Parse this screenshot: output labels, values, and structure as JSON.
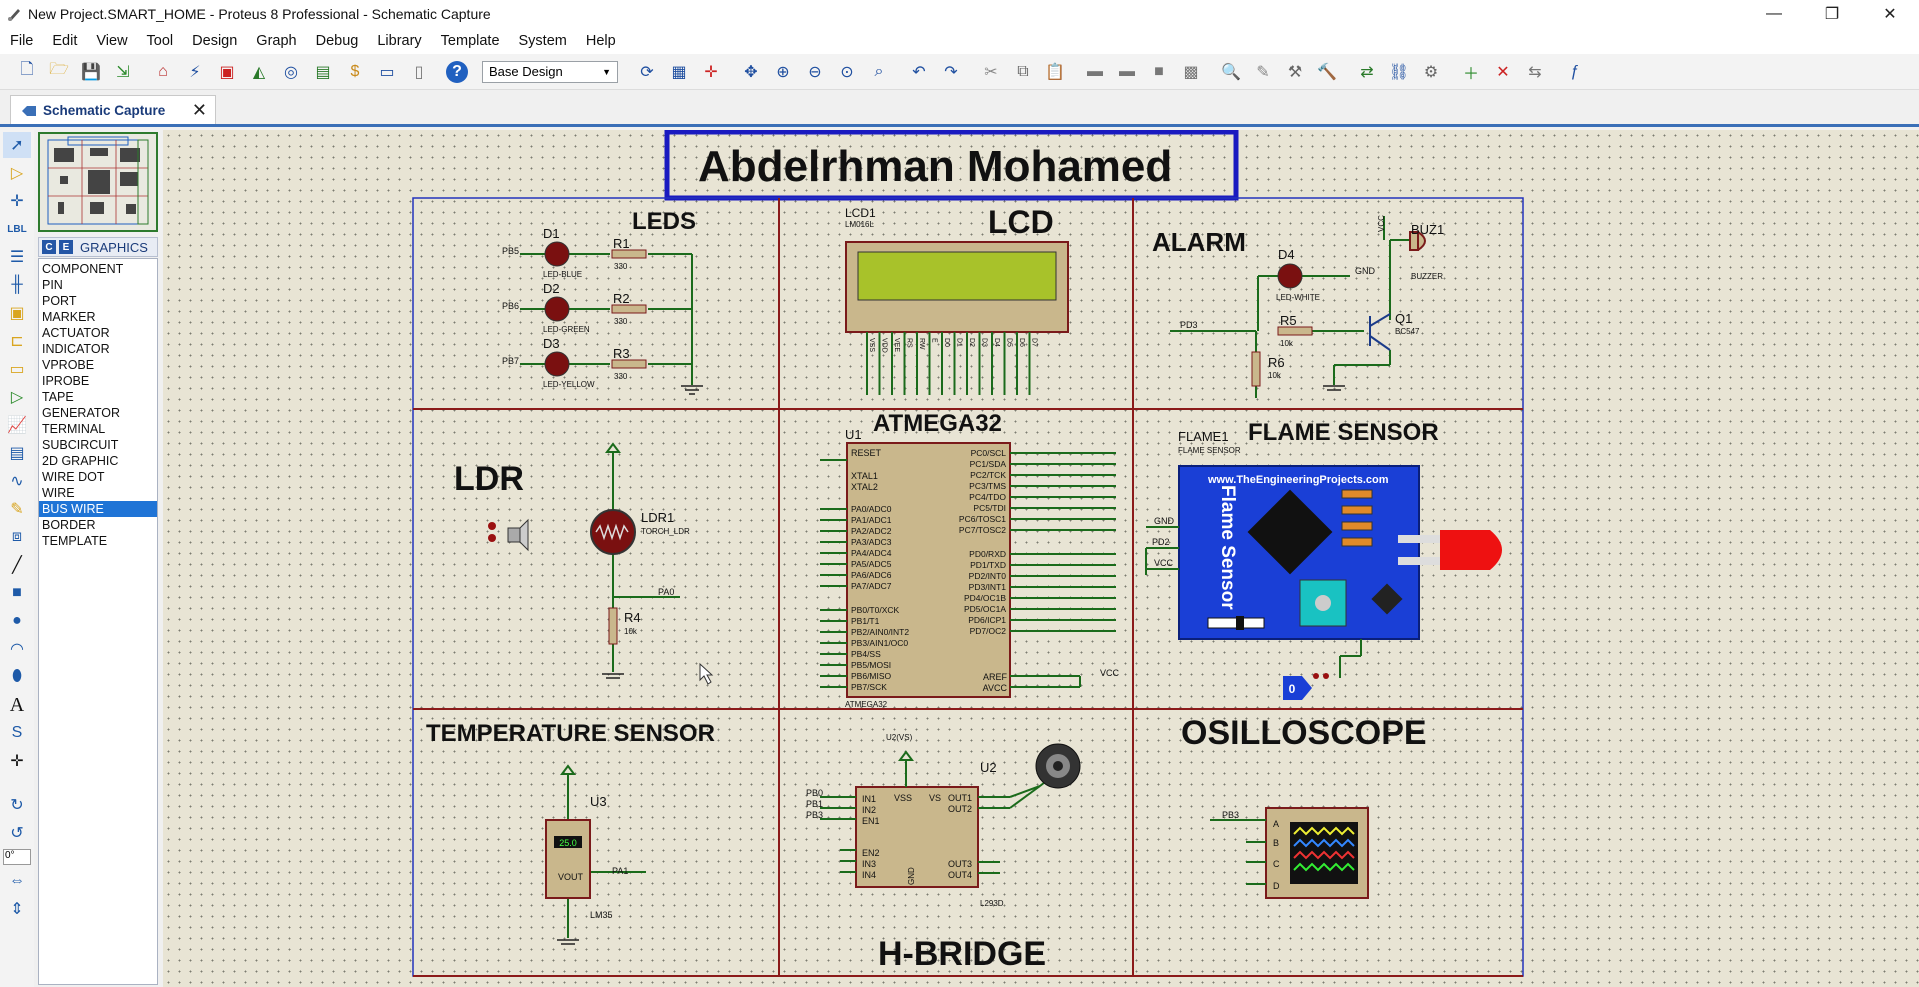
{
  "window": {
    "title": "New Project.SMART_HOME - Proteus 8 Professional - Schematic Capture",
    "minimize": "—",
    "maximize": "❐",
    "close": "✕"
  },
  "menu": [
    "File",
    "Edit",
    "View",
    "Tool",
    "Design",
    "Graph",
    "Debug",
    "Library",
    "Template",
    "System",
    "Help"
  ],
  "toolbar": {
    "design_select": "Base Design"
  },
  "tab": {
    "label": "Schematic Capture",
    "close": "✕"
  },
  "graphics_panel": {
    "header_c": "C",
    "header_e": "E",
    "header_label": "GRAPHICS",
    "items": [
      "COMPONENT",
      "PIN",
      "PORT",
      "MARKER",
      "ACTUATOR",
      "INDICATOR",
      "VPROBE",
      "IPROBE",
      "TAPE",
      "GENERATOR",
      "TERMINAL",
      "SUBCIRCUIT",
      "2D GRAPHIC",
      "WIRE DOT",
      "WIRE",
      "BUS WIRE",
      "BORDER",
      "TEMPLATE"
    ],
    "selected": "BUS WIRE"
  },
  "angle_field": "0°",
  "schematic": {
    "banner": "Abdelrhman Mohamed",
    "sections": {
      "leds": "LEDS",
      "lcd": "LCD",
      "alarm": "ALARM",
      "ldr": "LDR",
      "mcu": "ATMEGA32",
      "flame": "FLAME SENSOR",
      "temp": "TEMPERATURE SENSOR",
      "osc": "OSILLOSCOPE",
      "hbridge": "H-BRIDGE"
    },
    "leds": {
      "d1": "D1",
      "d2": "D2",
      "d3": "D3",
      "r1": "R1",
      "r2": "R2",
      "r3": "R3",
      "led_blue": "LED-BLUE",
      "led_green": "LED-GREEN",
      "led_yellow": "LED-YELLOW",
      "ohm": "330",
      "pb5": "PB5",
      "pb6": "PB6",
      "pb7": "PB7"
    },
    "lcd": {
      "ref": "LCD1",
      "model": "LM016L",
      "pins": [
        "VSS",
        "VDD",
        "VEE",
        "RS",
        "RW",
        "E",
        "D0",
        "D1",
        "D2",
        "D3",
        "D4",
        "D5",
        "D6",
        "D7"
      ]
    },
    "alarm": {
      "d4": "D4",
      "led_white": "LED-WHITE",
      "gnd": "GND",
      "vcc": "VCC",
      "buz1": "BUZ1",
      "buzzer": "BUZZER",
      "q1": "Q1",
      "q1_model": "BC547",
      "r5": "R5",
      "r5_val": "10k",
      "r6": "R6",
      "r6_val": "10k",
      "pd3": "PD3"
    },
    "ldr": {
      "ref": "LDR1",
      "model": "TORCH_LDR",
      "r4": "R4",
      "r4_val": "10k",
      "pa0": "PA0"
    },
    "mcu": {
      "ref": "U1",
      "model": "ATMEGA32",
      "reset": "RESET",
      "xtal1": "XTAL1",
      "xtal2": "XTAL2",
      "porta": [
        "PA0/ADC0",
        "PA1/ADC1",
        "PA2/ADC2",
        "PA3/ADC3",
        "PA4/ADC4",
        "PA5/ADC5",
        "PA6/ADC6",
        "PA7/ADC7"
      ],
      "portb": [
        "PB0/T0/XCK",
        "PB1/T1",
        "PB2/AIN0/INT2",
        "PB3/AIN1/OC0",
        "PB4/SS",
        "PB5/MOSI",
        "PB6/MISO",
        "PB7/SCK"
      ],
      "portc": [
        "PC0/SCL",
        "PC1/SDA",
        "PC2/TCK",
        "PC3/TMS",
        "PC4/TDO",
        "PC5/TDI",
        "PC6/TOSC1",
        "PC7/TOSC2"
      ],
      "portd": [
        "PD0/RXD",
        "PD1/TXD",
        "PD2/INT0",
        "PD3/INT1",
        "PD4/OC1B",
        "PD5/OC1A",
        "PD6/ICP1",
        "PD7/OC2"
      ],
      "aref": "AREF",
      "avcc": "AVCC",
      "vcc": "VCC",
      "pa0": "PA0",
      "pa1": "PA1",
      "pb0": "PB0",
      "pb1": "PB1",
      "pb3": "PB3",
      "pb5": "PB5",
      "pb6": "PB6",
      "pb7": "PB7"
    },
    "flame": {
      "ref": "FLAME1",
      "model": "FLAME SENSOR",
      "url": "www.TheEngineeringProjects.com",
      "board_text": "Flame Sensor",
      "gnd": "GND",
      "vcc": "VCC",
      "pd2": "PD2",
      "probe_value": "0"
    },
    "temp": {
      "ref": "U3",
      "model": "LM35",
      "display": "25.0",
      "vout": "VOUT",
      "pa1": "PA1"
    },
    "hbridge": {
      "ref": "U2",
      "model": "L293D",
      "vss": "VSS",
      "vs": "VS",
      "gnd": "GND",
      "in1": "IN1",
      "in2": "IN2",
      "en1": "EN1",
      "en2": "EN2",
      "in3": "IN3",
      "in4": "IN4",
      "out1": "OUT1",
      "out2": "OUT2",
      "out3": "OUT3",
      "out4": "OUT4",
      "u2vs": "U2(VS)",
      "pb0": "PB0",
      "pb1": "PB1",
      "pb3": "PB3"
    },
    "osc": {
      "a": "A",
      "b": "B",
      "c": "C",
      "d": "D",
      "pb3": "PB3"
    }
  }
}
